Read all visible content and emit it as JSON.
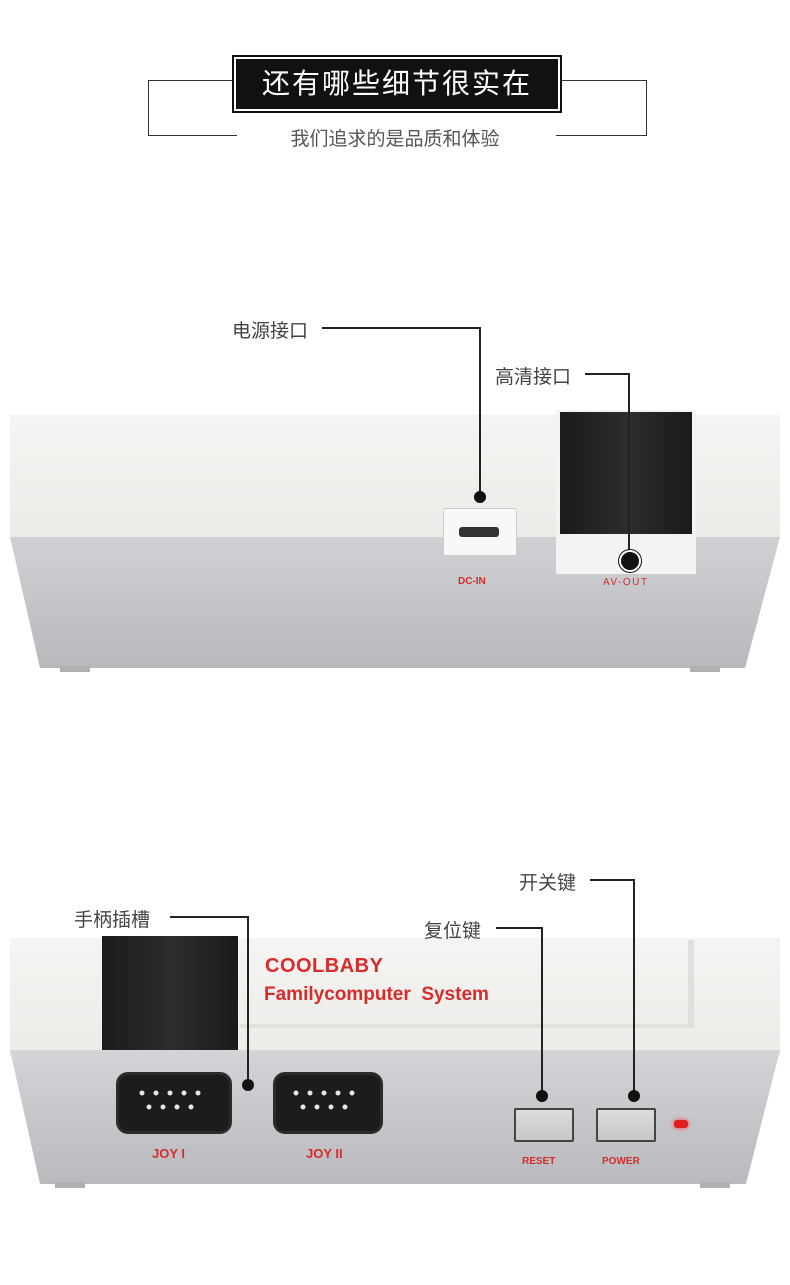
{
  "header": {
    "title": "还有哪些细节很实在",
    "subtitle": "我们追求的是品质和体验"
  },
  "panel_back": {
    "callouts": {
      "power_port": "电源接口",
      "hd_port": "高清接口"
    },
    "port_labels": {
      "dc_in": "DC-IN",
      "av_out": "AV-OUT"
    }
  },
  "panel_front": {
    "callouts": {
      "controller_slot": "手柄插槽",
      "reset_key": "复位键",
      "power_key": "开关键"
    },
    "brand": "COOLBABY",
    "product": "Familycomputer  System",
    "port_labels": {
      "joy1": "JOY I",
      "joy2": "JOY II",
      "reset": "RESET",
      "power": "POWER"
    }
  },
  "colors": {
    "label_red": "#d62c2c",
    "console_gray": "#c6c7ca",
    "console_white": "#f2f0ee"
  }
}
